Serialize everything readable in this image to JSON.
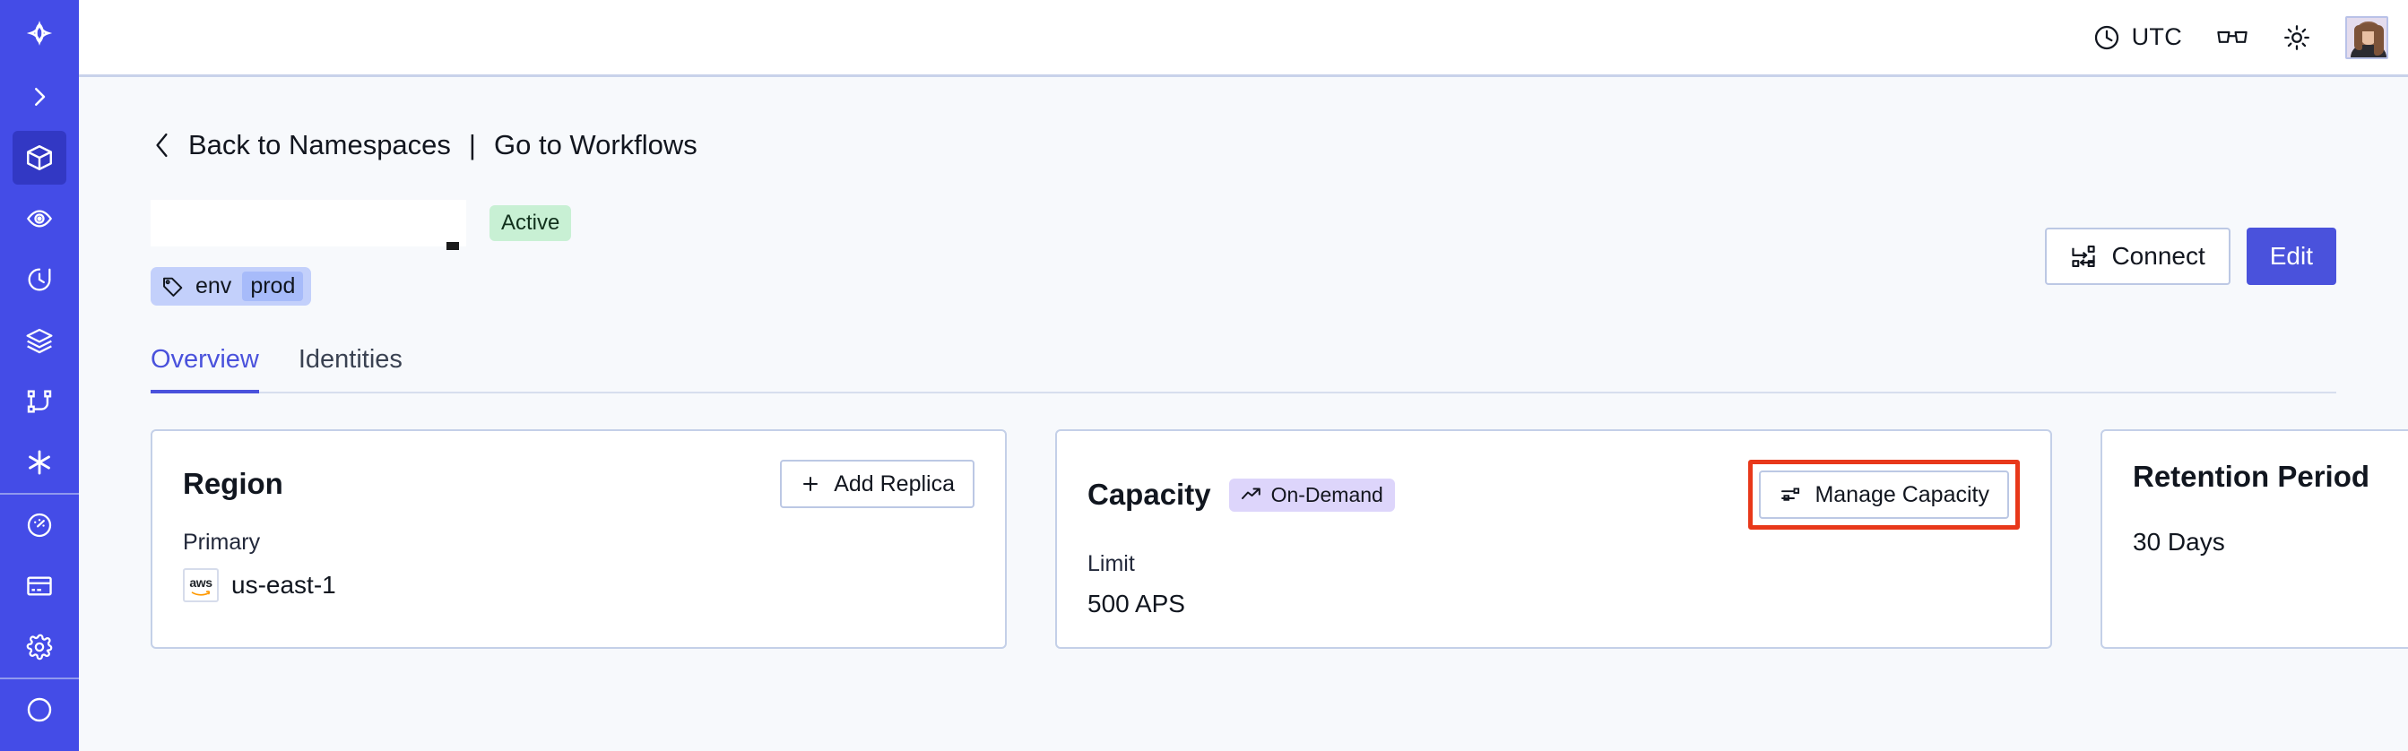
{
  "sidebar": {
    "brand_icon": "temporal-logo-icon",
    "items": [
      {
        "name": "expand-sidebar",
        "icon": "chevron-right-icon",
        "active": false
      },
      {
        "name": "namespaces",
        "icon": "cube-icon",
        "active": true
      },
      {
        "name": "observability",
        "icon": "eye-icon",
        "active": false
      },
      {
        "name": "schedules",
        "icon": "timer-icon",
        "active": false
      },
      {
        "name": "batch-jobs",
        "icon": "layers-icon",
        "active": false
      },
      {
        "name": "workflows",
        "icon": "branch-icon",
        "active": false
      },
      {
        "name": "nexus",
        "icon": "asterisk-icon",
        "active": false
      },
      {
        "name": "usage",
        "icon": "gauge-icon",
        "active": false
      },
      {
        "name": "billing",
        "icon": "credit-card-icon",
        "active": false
      },
      {
        "name": "settings",
        "icon": "gear-icon",
        "active": false
      }
    ]
  },
  "topbar": {
    "timezone_label": "UTC",
    "timezone_icon": "clock-icon",
    "glasses_icon": "reading-glasses-icon",
    "theme_icon": "sun-icon",
    "avatar_icon": "user-avatar"
  },
  "breadcrumb": {
    "back_icon": "chevron-left-icon",
    "back_label": "Back to Namespaces",
    "separator": "|",
    "forward_label": "Go to Workflows"
  },
  "header": {
    "namespace_name": "",
    "status_badge": "Active",
    "tag": {
      "icon": "tag-icon",
      "key": "env",
      "value": "prod"
    },
    "connect_label": "Connect",
    "connect_icon": "connector-icon",
    "edit_label": "Edit"
  },
  "tabs": [
    {
      "label": "Overview",
      "active": true
    },
    {
      "label": "Identities",
      "active": false
    }
  ],
  "cards": {
    "region": {
      "title": "Region",
      "action_label": "Add Replica",
      "action_icon": "plus-icon",
      "sub_label": "Primary",
      "provider_icon": "aws-logo",
      "provider_text": "aws",
      "value": "us-east-1"
    },
    "capacity": {
      "title": "Capacity",
      "badge_label": "On-Demand",
      "badge_icon": "trending-up-icon",
      "action_label": "Manage Capacity",
      "action_icon": "sliders-icon",
      "action_highlighted": true,
      "sub_label": "Limit",
      "value": "500 APS"
    },
    "retention": {
      "title": "Retention Period",
      "value": "30 Days"
    }
  },
  "colors": {
    "brand": "#444ce7",
    "accent": "#4a52dc",
    "active_badge_bg": "#c8f0d4",
    "ondemand_badge_bg": "#ddd5fb",
    "tag_bg": "#c3d0fb",
    "highlight_box": "#e8381a",
    "page_bg": "#f7f9fc"
  }
}
